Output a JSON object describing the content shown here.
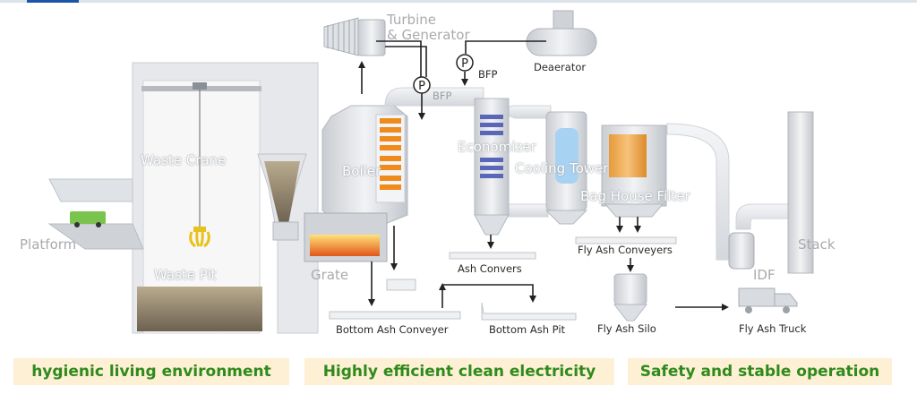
{
  "labels": {
    "turbine": "Turbine",
    "generator": "& Generator",
    "deaerator": "Deaerator",
    "bfp_top": "BFP",
    "bfp_mid": "BFP",
    "pump_symbol": "P",
    "waste_crane": "Waste Crane",
    "boiler": "Boiler",
    "economizer": "Economizer",
    "cooling_tower": "Cooling Tower",
    "bag_house_filter": "Bag House Filter",
    "platform": "Platform",
    "waste_pit": "Waste Pit",
    "grate": "Grate",
    "ash_convers": "Ash Convers",
    "fly_ash_conveyers": "Fly Ash Conveyers",
    "stack": "Stack",
    "idf": "IDF",
    "bottom_ash_conveyer": "Bottom Ash Conveyer",
    "bottom_ash_pit": "Bottom Ash Pit",
    "fly_ash_silo": "Fly Ash Silo",
    "fly_ash_truck": "Fly Ash Truck"
  },
  "banners": [
    "hygienic living environment",
    "Highly efficient clean electricity",
    "Safety and stable operation"
  ],
  "colors": {
    "banner_bg": "#fdf0d5",
    "banner_text": "#2f8a1c",
    "equipment": "#e4e6ea",
    "flame": "#f08a1c",
    "truck": "#7ac44e"
  }
}
